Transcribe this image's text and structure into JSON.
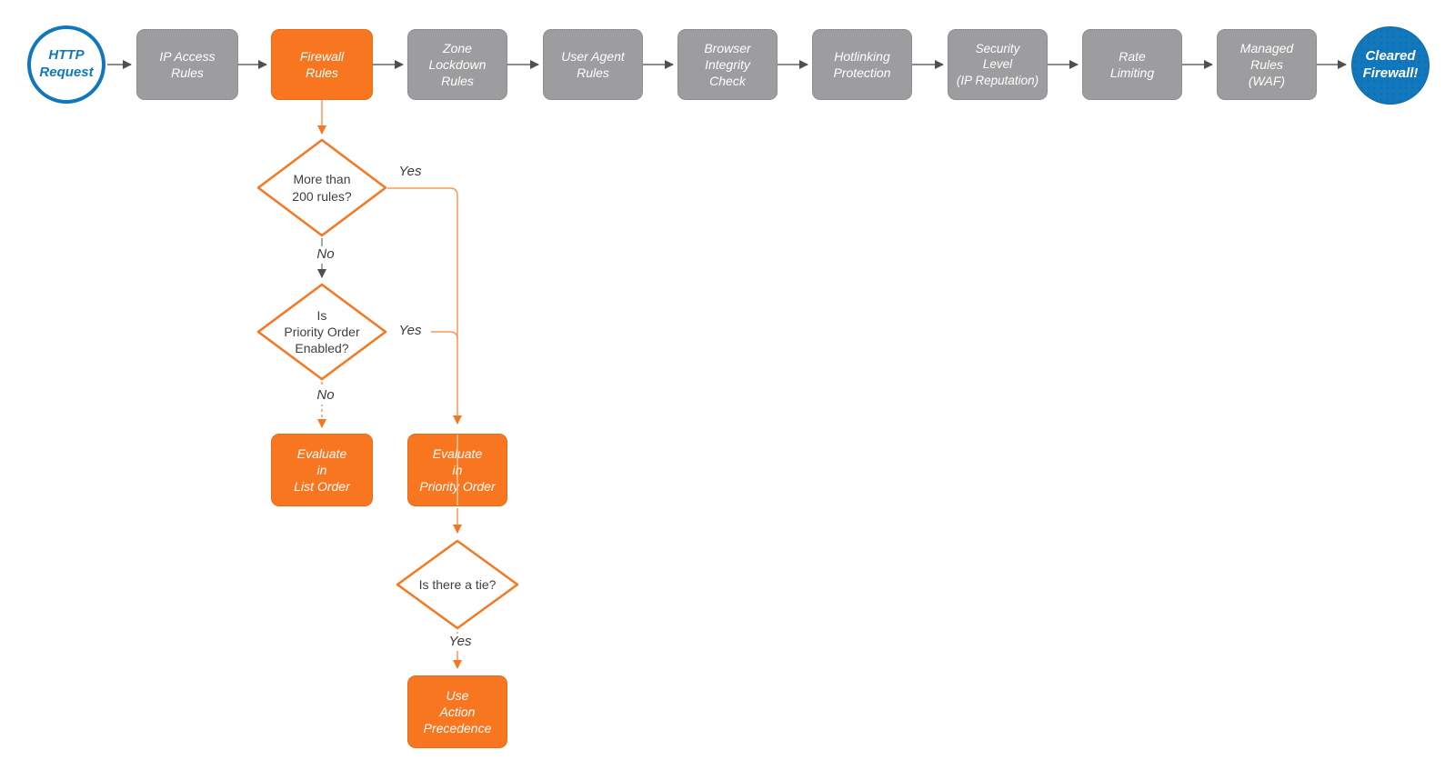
{
  "diagram": {
    "start": {
      "label": "HTTP\nRequest"
    },
    "end": {
      "label": "Cleared\nFirewall!"
    },
    "pipeline": [
      {
        "id": "ip-access-rules",
        "label": "IP Access\nRules",
        "highlighted": false
      },
      {
        "id": "firewall-rules",
        "label": "Firewall\nRules",
        "highlighted": true
      },
      {
        "id": "zone-lockdown-rules",
        "label": "Zone\nLockdown\nRules",
        "highlighted": false
      },
      {
        "id": "user-agent-rules",
        "label": "User Agent\nRules",
        "highlighted": false
      },
      {
        "id": "browser-integrity",
        "label": "Browser\nIntegrity\nCheck",
        "highlighted": false
      },
      {
        "id": "hotlinking",
        "label": "Hotlinking\nProtection",
        "highlighted": false
      },
      {
        "id": "security-level",
        "label": "Security\nLevel\n(IP Reputation)",
        "highlighted": false
      },
      {
        "id": "rate-limiting",
        "label": "Rate\nLimiting",
        "highlighted": false
      },
      {
        "id": "managed-rules-waf",
        "label": "Managed\nRules\n(WAF)",
        "highlighted": false
      }
    ],
    "decisions": [
      {
        "id": "more-than-200-rules",
        "label": "More than\n200 rules?",
        "yes": "Yes",
        "no": "No"
      },
      {
        "id": "priority-order-enabled",
        "label": "Is\nPriority Order\nEnabled?",
        "yes": "Yes",
        "no": "No"
      },
      {
        "id": "is-there-a-tie",
        "label": "Is there a tie?",
        "yes": "Yes"
      }
    ],
    "actions": [
      {
        "id": "evaluate-list-order",
        "label": "Evaluate\nin\nList Order"
      },
      {
        "id": "evaluate-priority-order",
        "label": "Evaluate\nin\nPriority Order"
      },
      {
        "id": "use-action-precedence",
        "label": "Use\nAction\nPrecedence"
      }
    ],
    "colors": {
      "accent_orange": "#f7761f",
      "connector_orange": "#f9965a",
      "node_gray": "#9d9d9f",
      "brand_blue": "#1278bd",
      "connector_gray": "#666666",
      "text_dark": "#3f3f3f"
    }
  }
}
